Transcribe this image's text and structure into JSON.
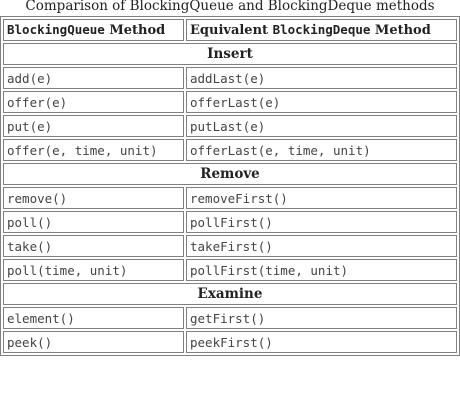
{
  "caption": "Comparison of BlockingQueue and BlockingDeque methods",
  "headers": {
    "col1_code": "BlockingQueue",
    "col1_rest": " Method",
    "col2_prefix": "Equivalent ",
    "col2_code": "BlockingDeque",
    "col2_rest": " Method"
  },
  "sections": [
    {
      "title": "Insert",
      "rows": [
        [
          "add(e)",
          "addLast(e)"
        ],
        [
          "offer(e)",
          "offerLast(e)"
        ],
        [
          "put(e)",
          "putLast(e)"
        ],
        [
          "offer(e, time, unit)",
          "offerLast(e, time, unit)"
        ]
      ]
    },
    {
      "title": "Remove",
      "rows": [
        [
          "remove()",
          "removeFirst()"
        ],
        [
          "poll()",
          "pollFirst()"
        ],
        [
          "take()",
          "takeFirst()"
        ],
        [
          "poll(time, unit)",
          "pollFirst(time, unit)"
        ]
      ]
    },
    {
      "title": "Examine",
      "rows": [
        [
          "element()",
          "getFirst()"
        ],
        [
          "peek()",
          "peekFirst()"
        ]
      ]
    }
  ]
}
